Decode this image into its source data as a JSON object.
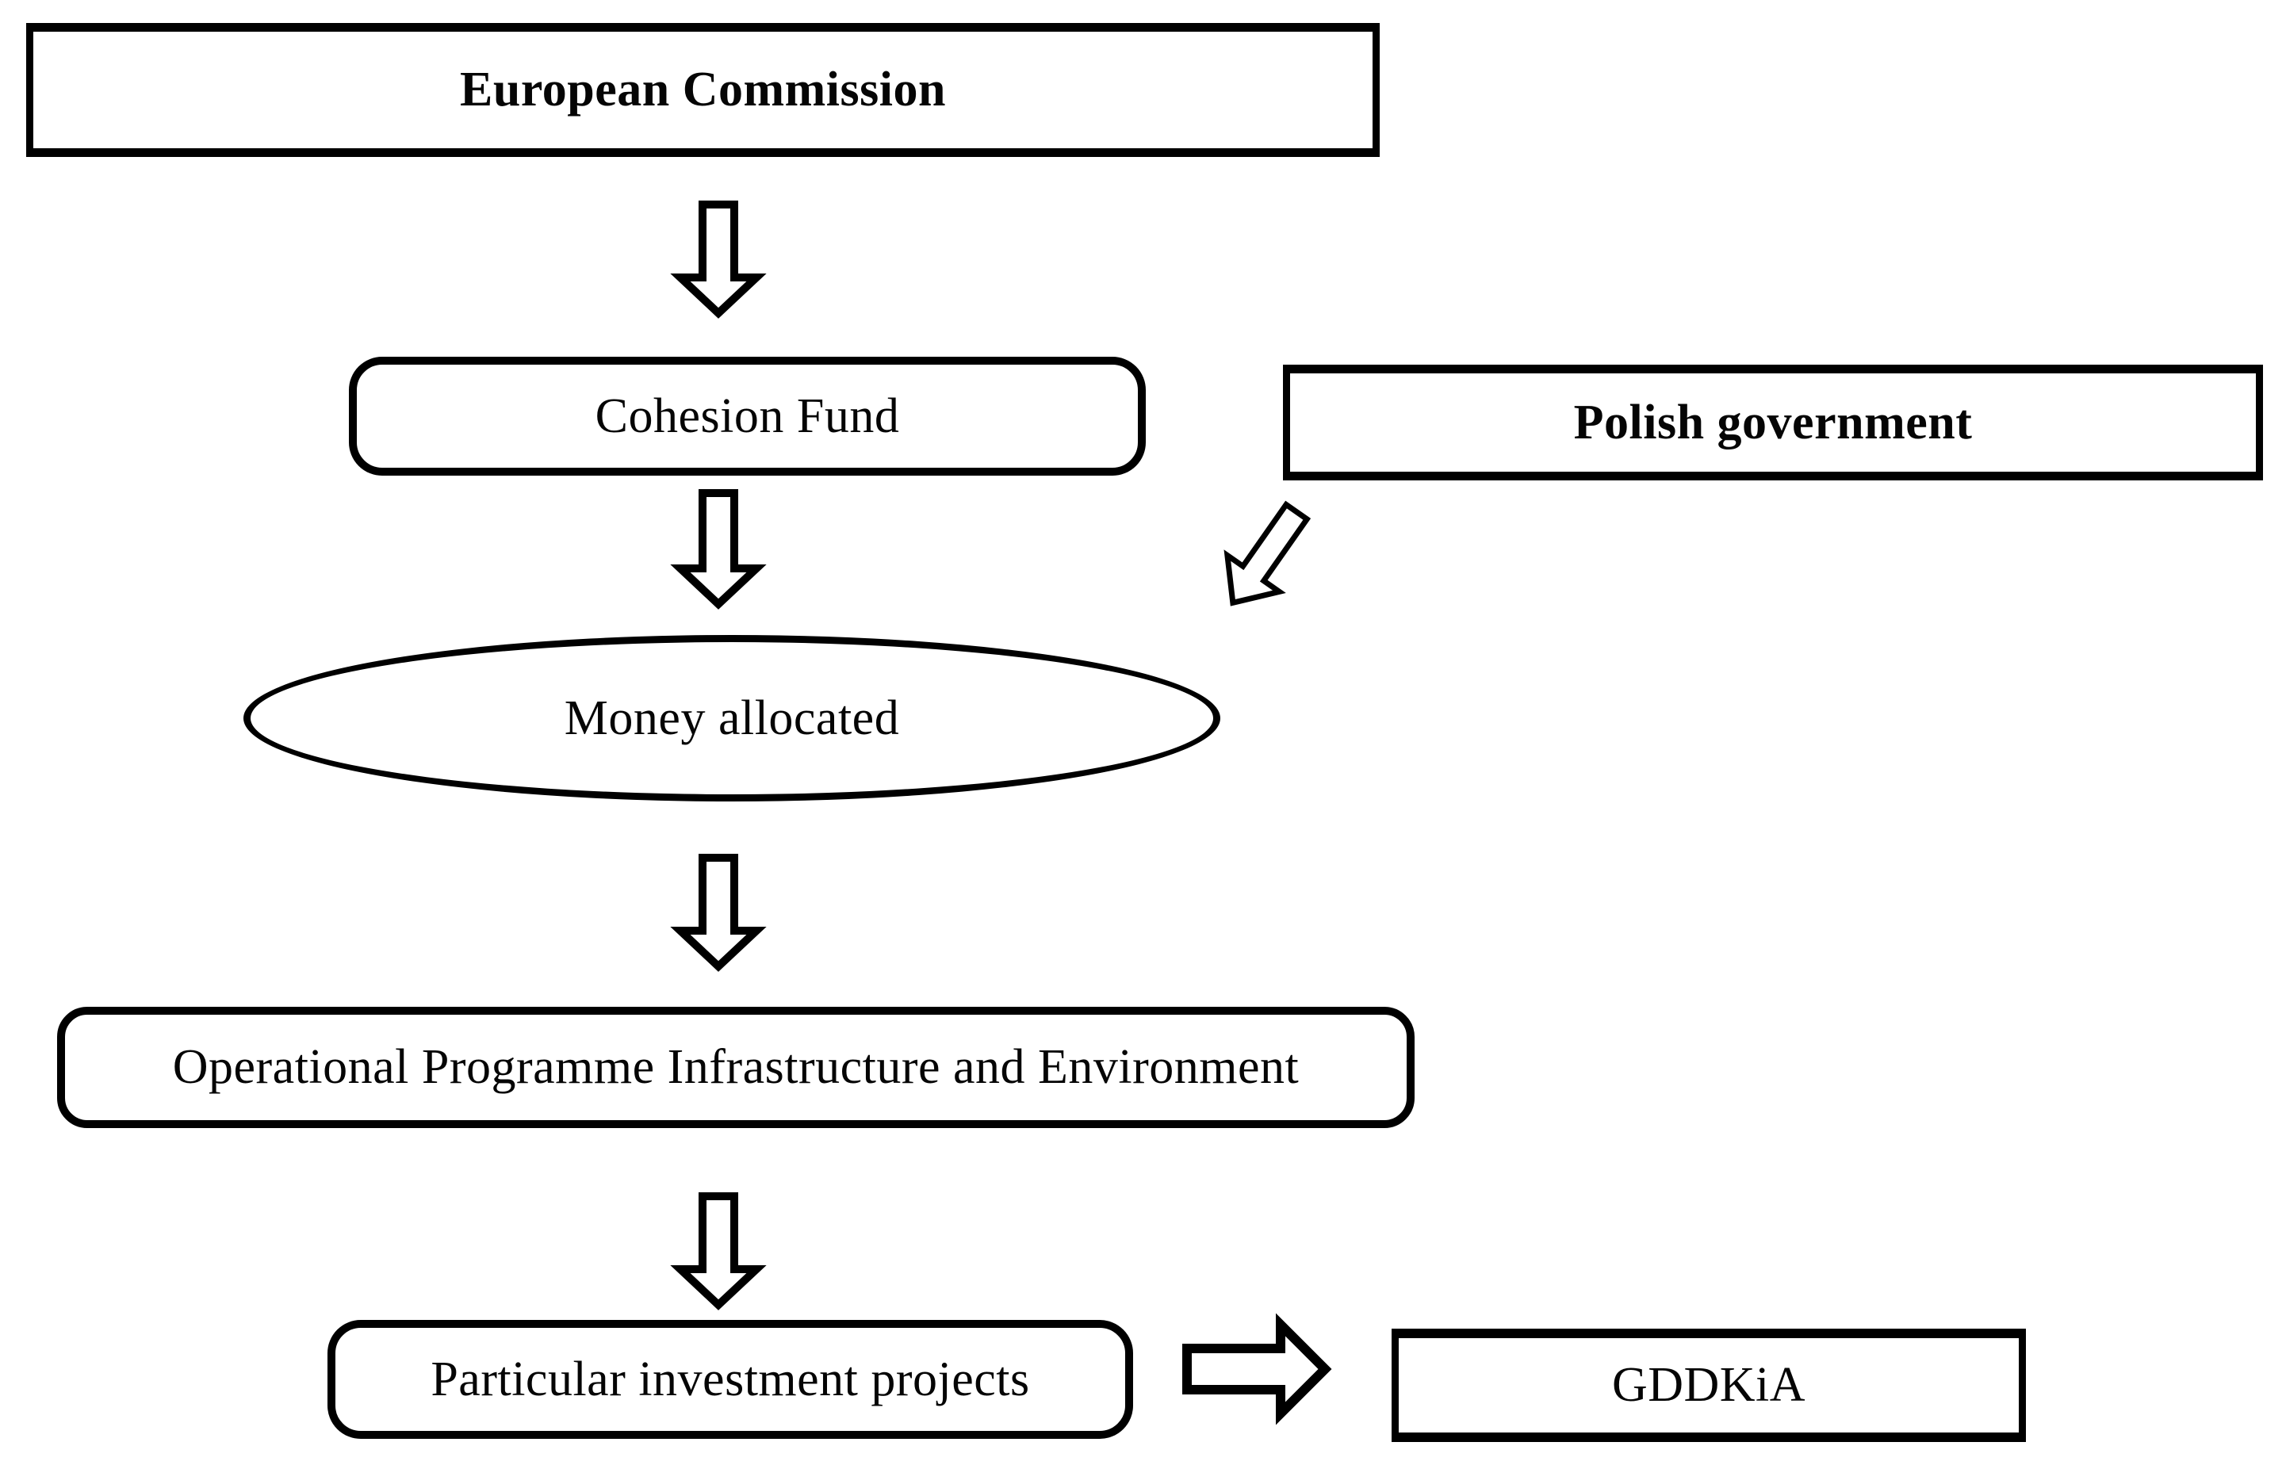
{
  "figure": {
    "type": "flowchart",
    "background": "#ffffff",
    "stroke_color": "#000000",
    "fill_color": "#ffffff",
    "nodes": [
      {
        "id": "european-commission",
        "label": "European Commission",
        "shape": "rectangle",
        "bold": true
      },
      {
        "id": "cohesion-fund",
        "label": "Cohesion Fund",
        "shape": "rounded-rectangle",
        "bold": false
      },
      {
        "id": "polish-government",
        "label": "Polish government",
        "shape": "rectangle",
        "bold": true
      },
      {
        "id": "money-allocated",
        "label": "Money allocated",
        "shape": "ellipse",
        "bold": false
      },
      {
        "id": "operational-programme",
        "label": "Operational Programme Infrastructure and Environment",
        "shape": "rounded-rectangle",
        "bold": false
      },
      {
        "id": "particular-investment-projects",
        "label": "Particular investment projects",
        "shape": "rounded-rectangle",
        "bold": false
      },
      {
        "id": "gddkia",
        "label": "GDDKiA",
        "shape": "rectangle",
        "bold": false
      }
    ],
    "edges": [
      {
        "from": "european-commission",
        "to": "cohesion-fund",
        "style": "hollow-block-arrow",
        "direction": "down"
      },
      {
        "from": "cohesion-fund",
        "to": "money-allocated",
        "style": "hollow-block-arrow",
        "direction": "down"
      },
      {
        "from": "polish-government",
        "to": "money-allocated",
        "style": "hollow-block-arrow",
        "direction": "down-left"
      },
      {
        "from": "money-allocated",
        "to": "operational-programme",
        "style": "hollow-block-arrow",
        "direction": "down"
      },
      {
        "from": "operational-programme",
        "to": "particular-investment-projects",
        "style": "hollow-block-arrow",
        "direction": "down"
      },
      {
        "from": "particular-investment-projects",
        "to": "gddkia",
        "style": "hollow-block-arrow",
        "direction": "right"
      }
    ]
  }
}
